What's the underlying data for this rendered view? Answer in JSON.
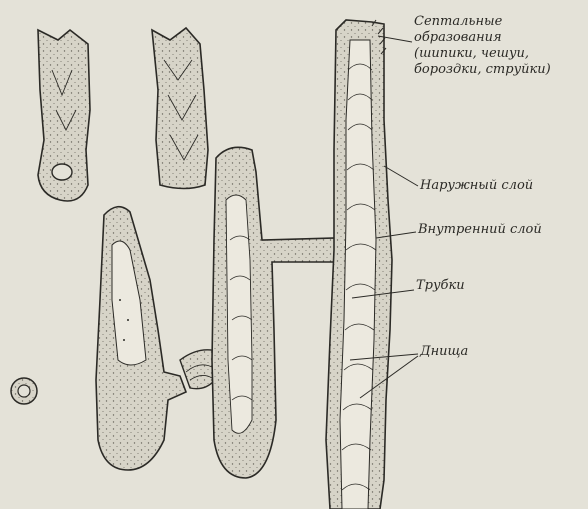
{
  "colors": {
    "paper": "#e4e2d8",
    "ink": "#2b2a26",
    "wall_fill": "#d7d4c8"
  },
  "labels": {
    "septal": [
      "Септальные",
      "образования",
      "(шипики, чешуи,",
      "бороздки, струйки)"
    ],
    "outer_layer": "Наружный слой",
    "inner_layer": "Внутренний слой",
    "tubes": "Трубки",
    "bottoms": "Днища"
  }
}
